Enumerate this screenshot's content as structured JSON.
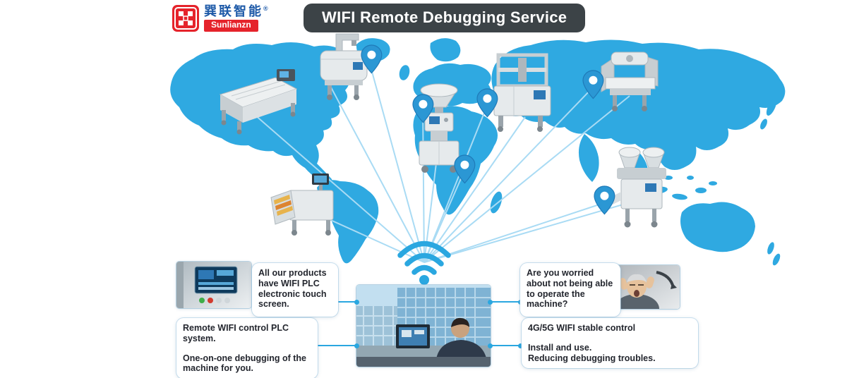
{
  "brand": {
    "cn": "巽联智能",
    "reg": "®",
    "en": "Sunlianzn"
  },
  "banner": {
    "title": "WIFI Remote Debugging Service"
  },
  "callouts": {
    "touch_screen": "All our products have WIFI PLC electronic touch screen.",
    "worried": "Are you worried about not being able to operate the machine?",
    "remote_1": "Remote WIFI control PLC system.",
    "remote_2": "One-on-one debugging of the machine for you.",
    "stable_1": "4G/5G WIFI stable control",
    "stable_2": "Install and use.",
    "stable_3": "Reducing debugging troubles."
  },
  "colors": {
    "map_blue": "#2FA9E1",
    "banner_bg": "#3C4347",
    "logo_red": "#E5232B",
    "logo_blue": "#1E5AA8",
    "accent_line": "#2AA7E0",
    "text_dark": "#23262E"
  }
}
